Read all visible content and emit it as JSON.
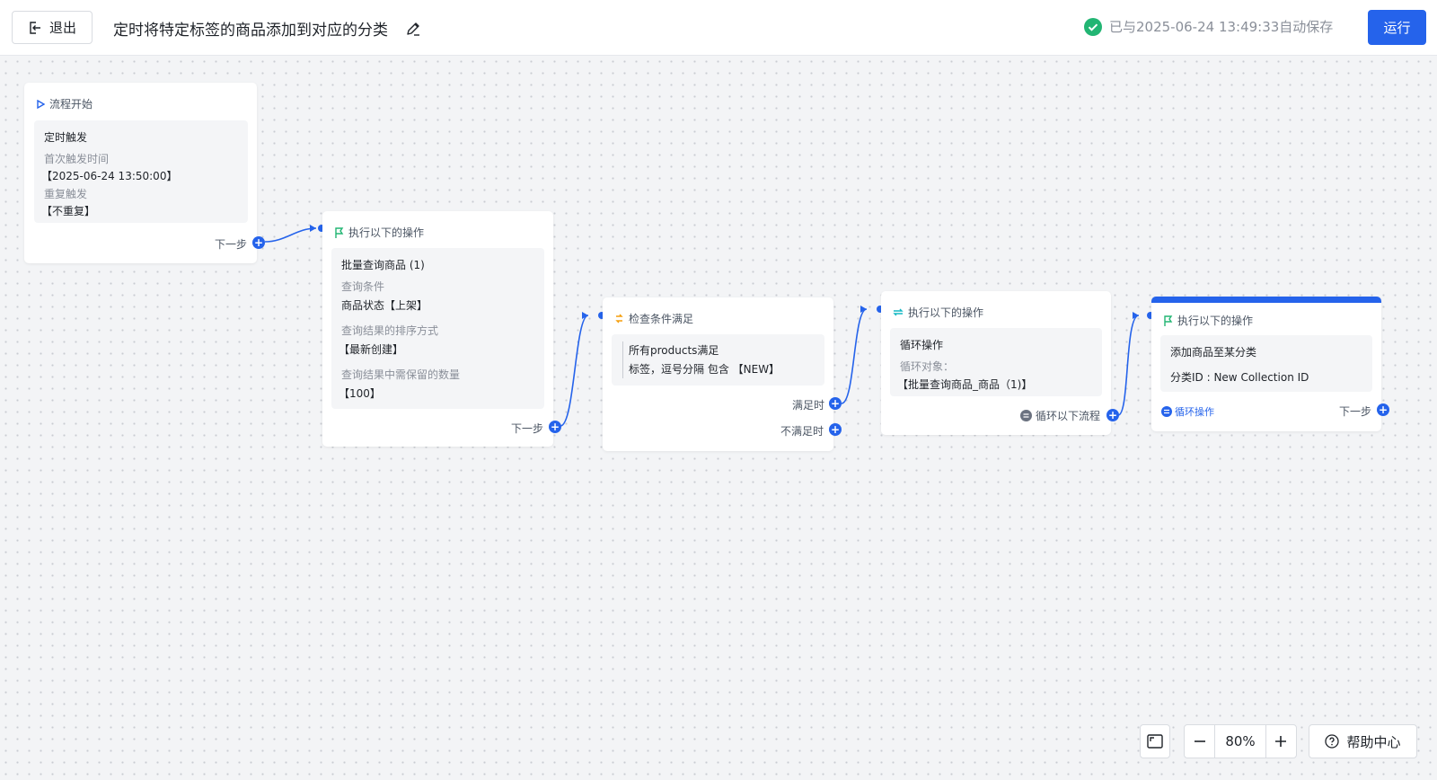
{
  "header": {
    "exit_label": "退出",
    "title": "定时将特定标签的商品添加到对应的分类",
    "save_status": "已与2025-06-24 13:49:33自动保存",
    "run_label": "运行"
  },
  "nodes": {
    "start": {
      "head": "流程开始",
      "panel_title": "定时触发",
      "first_time_label": "首次触发时间",
      "first_time_value": "【2025-06-24 13:50:00】",
      "repeat_label": "重复触发",
      "repeat_value": "【不重复】",
      "next_label": "下一步"
    },
    "query": {
      "head": "执行以下的操作",
      "panel_title": "批量查询商品 (1)",
      "cond_label": "查询条件",
      "cond_value": "商品状态【上架】",
      "sort_label": "查询结果的排序方式",
      "sort_value": "【最新创建】",
      "keep_label": "查询结果中需保留的数量",
      "keep_value": "【100】",
      "next_label": "下一步"
    },
    "check": {
      "head": "检查条件满足",
      "line1": "所有products满足",
      "line2": "标签，逗号分隔 包含 【NEW】",
      "yes_label": "满足时",
      "no_label": "不满足时"
    },
    "loop": {
      "head": "执行以下的操作",
      "panel_title": "循环操作",
      "target_label": "循环对象：",
      "target_value": "【批量查询商品_商品（1)】",
      "loop_out_label": "循环以下流程"
    },
    "add": {
      "head": "执行以下的操作",
      "panel_title": "添加商品至某分类",
      "collection_value": "分类ID : New Collection ID",
      "loop_tag": "循环操作",
      "next_label": "下一步"
    }
  },
  "controls": {
    "zoom": "80%",
    "help_label": "帮助中心"
  },
  "colors": {
    "accent": "#2563eb",
    "success": "#22b573",
    "condition": "#f59e0b",
    "loop": "#14b8c4",
    "action": "#22b573"
  }
}
